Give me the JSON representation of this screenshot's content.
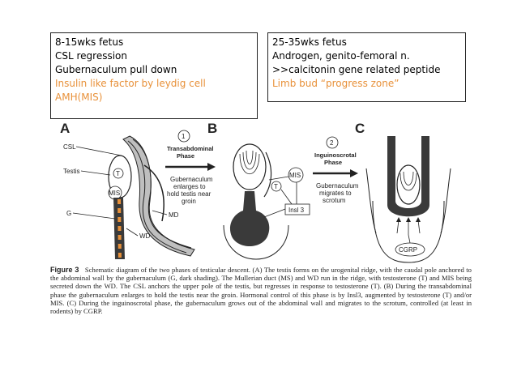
{
  "left_box": {
    "lines": [
      "8-15wks fetus",
      "CSL regression",
      "Gubernaculum pull down"
    ],
    "highlight_lines": [
      "Insulin like factor by leydig cell",
      "AMH(MIS)"
    ]
  },
  "right_box": {
    "lines": [
      "25-35wks fetus",
      "Androgen, genito-femoral n.",
      ">>calcitonin gene related peptide"
    ],
    "highlight_lines": [
      "Limb bud “progress zone”"
    ]
  },
  "figure": {
    "panels": [
      "A",
      "B",
      "C"
    ],
    "labels_a": {
      "csl": "CSL",
      "testis": "Testis",
      "t": "T",
      "mis": "MIS",
      "g": "G",
      "md": "MD",
      "wd": "WD"
    },
    "labels_b": {
      "mis": "MIS",
      "t": "T",
      "insl3": "Insl 3"
    },
    "phase1": {
      "number": "1",
      "title_line1": "Transabdominal",
      "title_line2": "Phase",
      "desc": [
        "Gubernaculum",
        "enlarges to",
        "hold testis near",
        "groin"
      ]
    },
    "phase2": {
      "number": "2",
      "title_line1": "Inguinoscrotal",
      "title_line2": "Phase",
      "desc": [
        "Gubernaculum",
        "migrates to",
        "scrotum"
      ]
    },
    "labels_c": {
      "cgrp": "CGRP"
    }
  },
  "caption": {
    "label": "Figure 3",
    "text": "Schematic diagram of the two phases of testicular descent. (A) The testis forms on the urogenital ridge, with the caudal pole anchored to the abdominal wall by the gubernaculum (G, dark shading). The Mullerian duct (MS) and WD run in the ridge, with testosterone (T) and MIS being secreted down the WD. The CSL anchors the upper pole of the testis, but regresses in response to testosterone (T). (B) During the transabdominal phase the gubernaculum enlarges to hold the testis near the groin. Hormonal control of this phase is by Insl3, augmented by testosterone (T) and/or MIS. (C) During the inguinoscrotal phase, the gubernaculum grows out of the abdominal wall and migrates to the scrotum, controlled (at least in rodents) by CGRP."
  },
  "colors": {
    "orange": "#e8913a",
    "dark": "#3a3a3a",
    "shade": "#bfbfbf"
  }
}
